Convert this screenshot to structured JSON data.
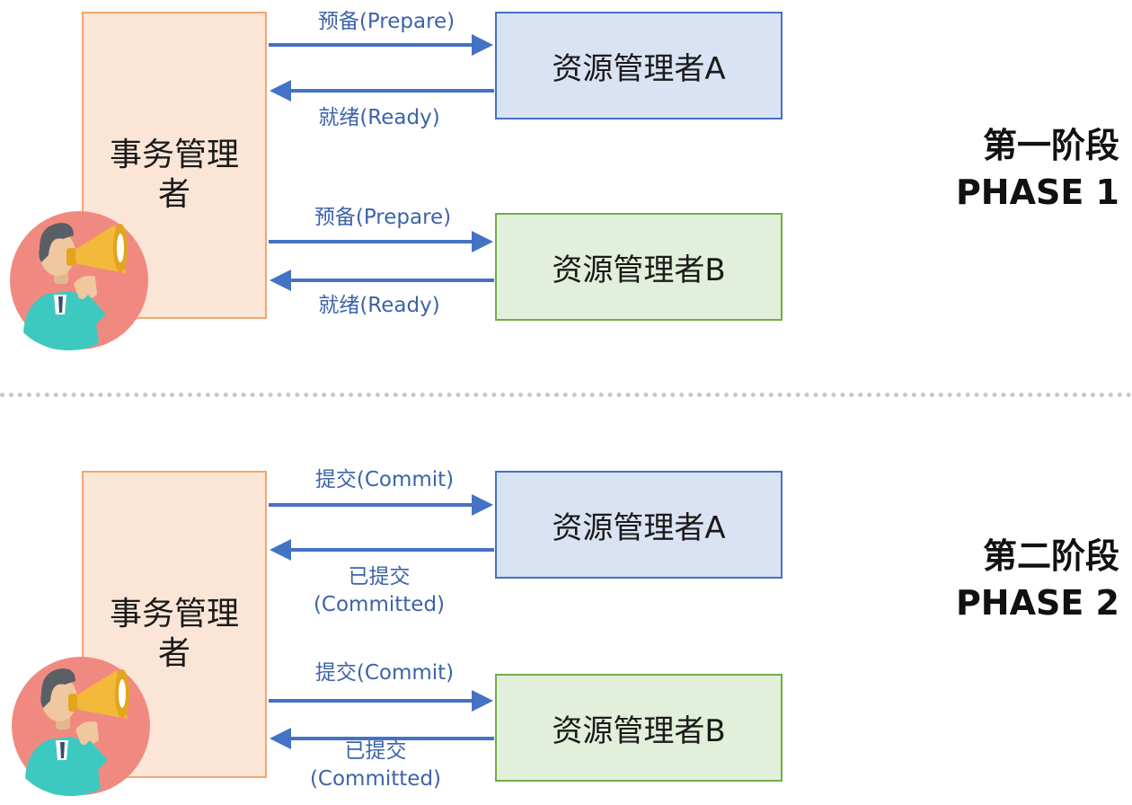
{
  "phase1": {
    "title_cn": "第一阶段",
    "title_en": "PHASE 1",
    "transaction_manager": "事务管理者",
    "rm_a": "资源管理者A",
    "rm_b": "资源管理者B",
    "msg_a_request": "预备(Prepare)",
    "msg_a_response": "就绪(Ready)",
    "msg_b_request": "预备(Prepare)",
    "msg_b_response": "就绪(Ready)"
  },
  "phase2": {
    "title_cn": "第二阶段",
    "title_en": "PHASE 2",
    "transaction_manager": "事务管理者",
    "rm_a": "资源管理者A",
    "rm_b": "资源管理者B",
    "msg_a_request": "提交(Commit)",
    "msg_a_response_line1": "已提交",
    "msg_a_response_line2": "(Committed)",
    "msg_b_request": "提交(Commit)",
    "msg_b_response_line1": "已提交",
    "msg_b_response_line2": "(Committed)"
  },
  "colors": {
    "arrow": "#4472c4",
    "tm_fill": "#fbe5d6",
    "tm_border": "#f4a66e",
    "rm_a_fill": "#dae3f3",
    "rm_b_fill": "#e2efda",
    "avatar_circle": "#f08a80"
  },
  "icons": {
    "avatar": "person-with-megaphone-icon"
  }
}
